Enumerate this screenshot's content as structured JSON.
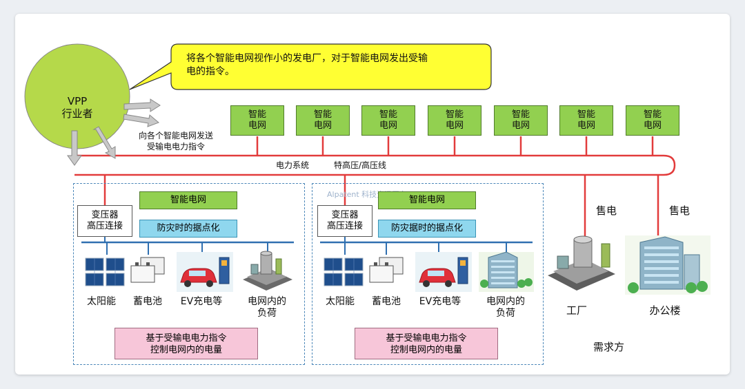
{
  "colors": {
    "grid_line": "#e23b3b",
    "smart_grid": "#92d050",
    "vpp_circle": "#b5d94a",
    "callout": "#ffff33",
    "dispatch": "#8fd7ee",
    "control": "#f7c6d9",
    "bus": "#2f6fb0"
  },
  "vpp": {
    "line1": "VPP",
    "line2": "行业者"
  },
  "callout": {
    "line1": "将各个智能电网视作小的发电厂，对于智能电网发出受输",
    "line2": "电的指令。"
  },
  "send_label": {
    "line1": "向各个智能电网发送",
    "line2": "受输电电力指令"
  },
  "smart_grids": [
    {
      "line1": "智能",
      "line2": "电网"
    },
    {
      "line1": "智能",
      "line2": "电网"
    },
    {
      "line1": "智能",
      "line2": "电网"
    },
    {
      "line1": "智能",
      "line2": "电网"
    },
    {
      "line1": "智能",
      "line2": "电网"
    },
    {
      "line1": "智能",
      "line2": "电网"
    },
    {
      "line1": "智能",
      "line2": "电网"
    }
  ],
  "power_system_label": "电力系统",
  "hv_line_label": "特高压/高压线",
  "watermark": "Alpatent  科技资讯平台",
  "regions": [
    {
      "transformer": {
        "line1": "变压器",
        "line2": "高压连接"
      },
      "grid_label": "智能电网",
      "disaster_label": "防灾时的据点化",
      "assets": [
        {
          "label1": "太阳能",
          "label2": "",
          "icon": "solar-panel-icon"
        },
        {
          "label1": "蓄电池",
          "label2": "",
          "icon": "battery-icon"
        },
        {
          "label1": "EV充电等",
          "label2": "",
          "icon": "ev-charger-icon"
        },
        {
          "label1": "电网内的",
          "label2": "负荷",
          "icon": "factory-icon"
        }
      ],
      "control": {
        "line1": "基于受输电电力指令",
        "line2": "控制电网内的电量"
      }
    },
    {
      "transformer": {
        "line1": "变压器",
        "line2": "高压连接"
      },
      "grid_label": "智能电网",
      "disaster_label": "防灾据时的据点化",
      "assets": [
        {
          "label1": "太阳能",
          "label2": "",
          "icon": "solar-panel-icon"
        },
        {
          "label1": "蓄电池",
          "label2": "",
          "icon": "battery-icon"
        },
        {
          "label1": "EV充电等",
          "label2": "",
          "icon": "ev-charger-icon"
        },
        {
          "label1": "电网内的",
          "label2": "负荷",
          "icon": "office-building-icon"
        }
      ],
      "control": {
        "line1": "基于受输电电力指令",
        "line2": "控制电网内的电量"
      }
    }
  ],
  "demand": {
    "sell1": "售电",
    "sell2": "售电",
    "factory": "工厂",
    "office": "办公楼",
    "demand_side": "需求方"
  }
}
